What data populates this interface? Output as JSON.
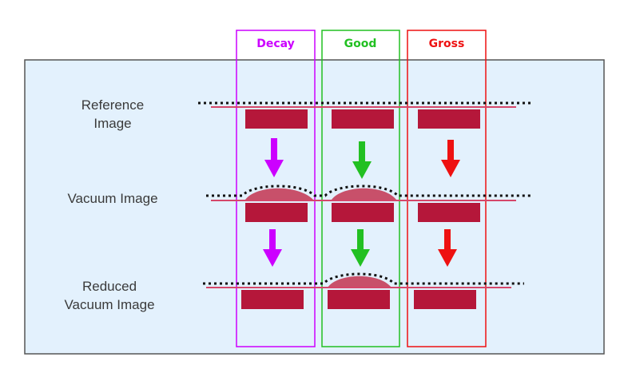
{
  "columns": [
    {
      "id": "decay",
      "label": "Decay",
      "color": "#cc00ff"
    },
    {
      "id": "good",
      "label": "Good",
      "color": "#22c022"
    },
    {
      "id": "gross",
      "label": "Gross",
      "color": "#ee1111"
    }
  ],
  "rows": [
    {
      "id": "reference",
      "lines": [
        "Reference",
        "Image"
      ]
    },
    {
      "id": "vacuum",
      "lines": [
        "Vacuum Image"
      ]
    },
    {
      "id": "reduced",
      "lines": [
        "Reduced",
        "Vacuum Image"
      ]
    }
  ],
  "colors": {
    "panel_fill": "#e3f1fd",
    "panel_border": "#555555",
    "part_fill": "#b5173a",
    "part_line": "#d5476a",
    "bulge_fill": "#c8506a"
  }
}
